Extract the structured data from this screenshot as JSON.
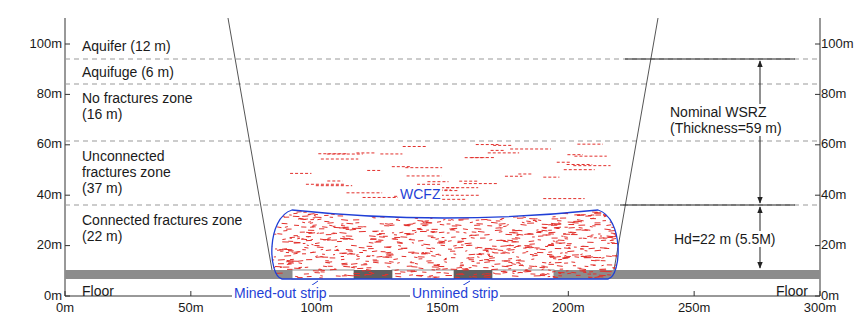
{
  "diagram": {
    "labels": [
      "100m",
      "80m",
      "60m",
      "40m",
      "20m",
      "0m",
      "100m",
      "80m",
      "60m",
      "40m",
      "20m",
      "0m",
      "0m",
      "50m",
      "100m",
      "150m",
      "200m",
      "250m",
      "300m",
      "Aquifer (12 m)",
      "Aquifuge (6 m)",
      "No fractures zone (16 m)",
      "Unconnected fractures zone (37 m)",
      "Connected fractures zone (22 m)",
      "WCFZ",
      "Nominal WSRZ (Thickness=59 m)",
      "Hd=22 m (5.5M)",
      "Mined-out strip",
      "Unmined strip",
      "Floor",
      "Floor"
    ]
  }
}
